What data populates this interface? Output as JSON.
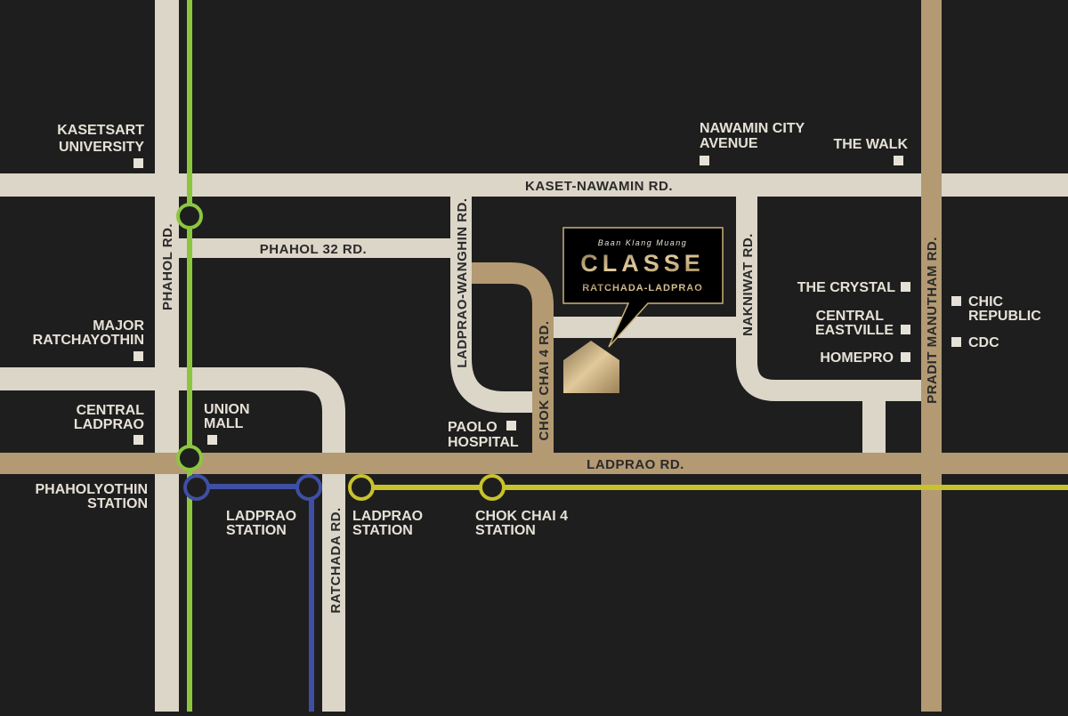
{
  "colors": {
    "background": "#1e1e1e",
    "minor_road": "#dcd6c8",
    "major_road": "#b39a72",
    "green_line": "#8cc63f",
    "blue_line": "#3f4fa3",
    "yellow_line": "#c8c22c",
    "poi_text": "#e6e1d6",
    "brand_gold": "#c9b07a"
  },
  "roads": {
    "kaset_nawamin": "KASET-NAWAMIN RD.",
    "phahol32": "PHAHOL 32 RD.",
    "phahol": "PHAHOL RD.",
    "ladprao_wanghin": "LADPRAO-WANGHIN RD.",
    "chok_chai_4": "CHOK CHAI 4 RD.",
    "nakniwat": "NAKNIWAT RD.",
    "pradit_manutham": "PRADIT MANUTHAM RD.",
    "ladprao": "LADPRAO RD.",
    "ratchada": "RATCHADA RD."
  },
  "pois": {
    "kasetsart": [
      "KASETSART",
      "UNIVERSITY"
    ],
    "nawamin_city": [
      "NAWAMIN CITY",
      "AVENUE"
    ],
    "the_walk": "THE WALK",
    "major": [
      "MAJOR",
      "RATCHAYOTHIN"
    ],
    "the_crystal": "THE CRYSTAL",
    "central_eastville": [
      "CENTRAL",
      "EASTVILLE"
    ],
    "homepro": "HOMEPRO",
    "chic_republic": [
      "CHIC",
      "REPUBLIC"
    ],
    "cdc": "CDC",
    "central_ladprao": [
      "CENTRAL",
      "LADPRAO"
    ],
    "union_mall": [
      "UNION",
      "MALL"
    ],
    "paolo": [
      "PAOLO",
      "HOSPITAL"
    ]
  },
  "stations": {
    "phaholyothin": [
      "PHAHOLYOTHIN",
      "STATION"
    ],
    "ladprao_blue": [
      "LADPRAO",
      "STATION"
    ],
    "ladprao_yellow": [
      "LADPRAO",
      "STATION"
    ],
    "chok_chai_4": [
      "CHOK CHAI 4",
      "STATION"
    ]
  },
  "project": {
    "brand_script": "Baan Klang Muang",
    "name": "CLASSE",
    "subtitle": "RATCHADA-LADPRAO",
    "icon": "house-pin-icon"
  }
}
